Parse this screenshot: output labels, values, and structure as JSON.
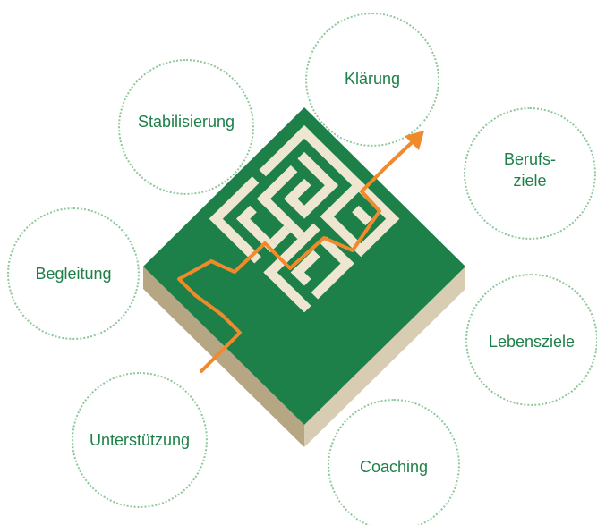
{
  "concepts": {
    "klaerung": "Klärung",
    "stabilisierung": "Stabilisierung",
    "berufsziele_line1": "Berufs-",
    "berufsziele_line2": "ziele",
    "begleitung": "Begleitung",
    "lebensziele": "Lebensziele",
    "unterstuetzung": "Unterstützung",
    "coaching": "Coaching"
  },
  "colors": {
    "maze_green": "#1e8049",
    "wall_shade": "#c9b99a",
    "arrow_orange": "#f08a2a",
    "bubble_border": "#8fc79a",
    "label_text": "#1e8049"
  },
  "icons": {
    "central_graphic": "maze-with-arrow",
    "bubble_shape": "dotted-circle"
  }
}
